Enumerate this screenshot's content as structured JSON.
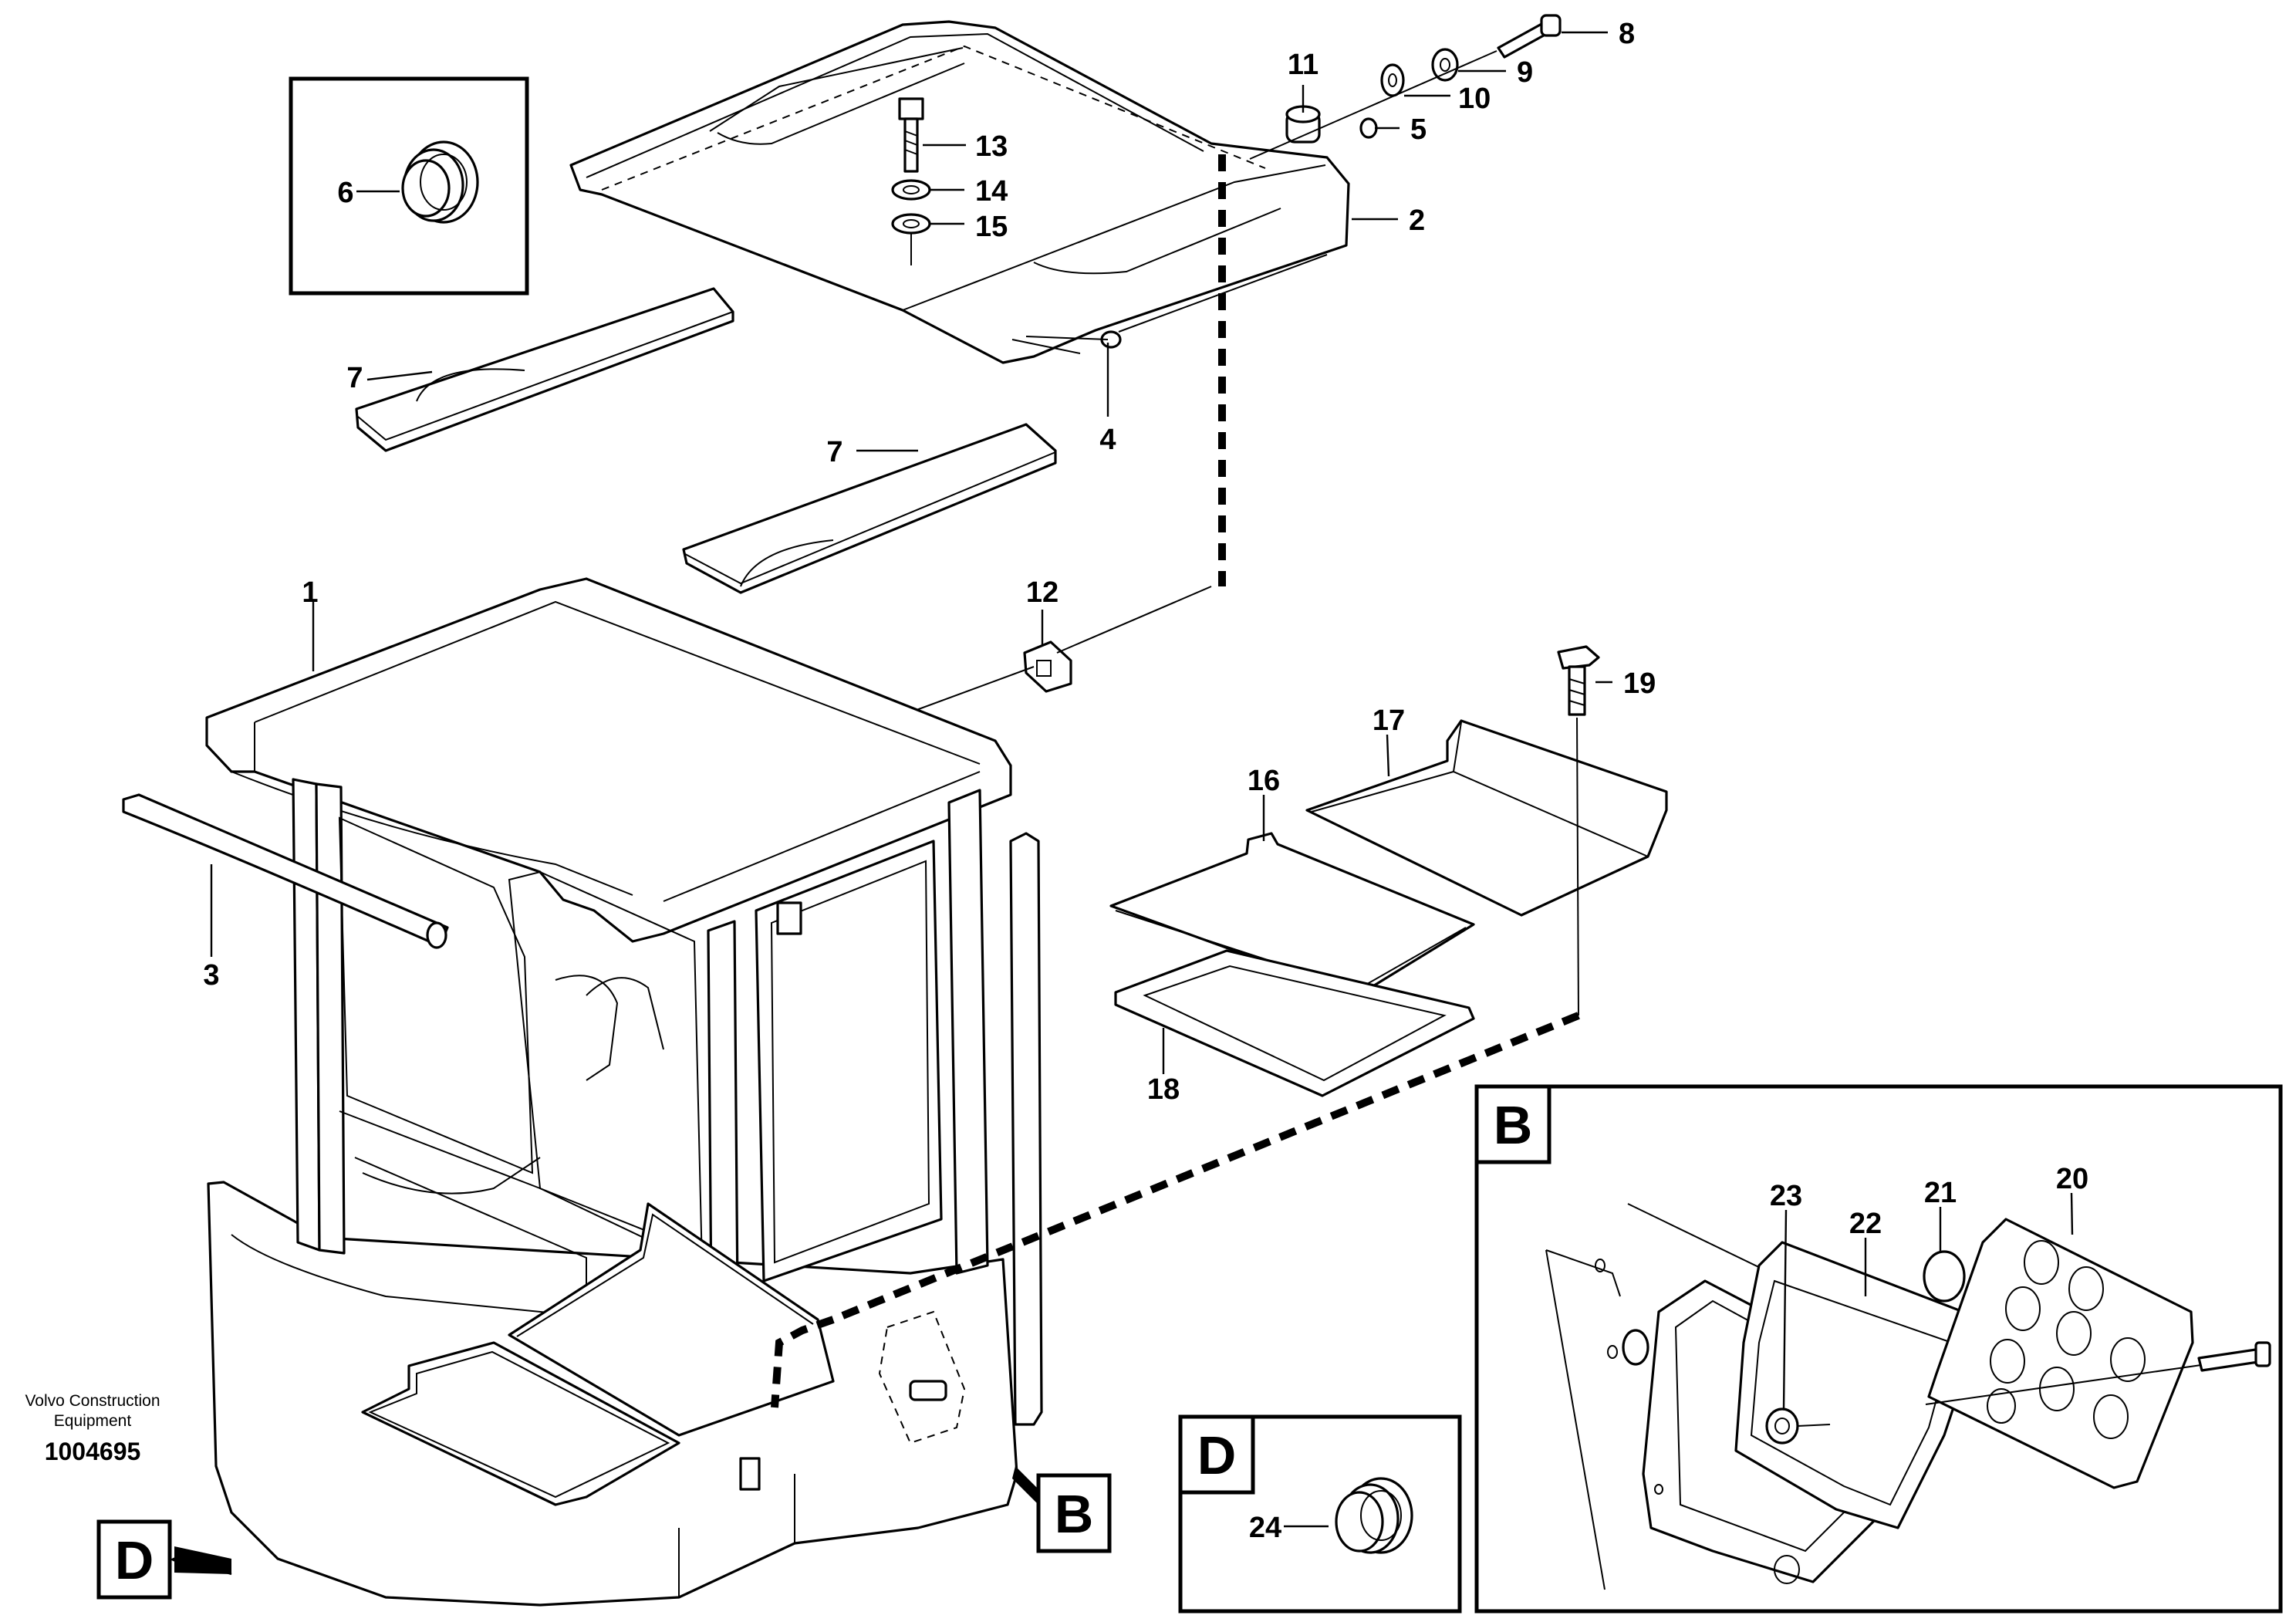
{
  "watermark": {
    "company_line1": "Volvo Construction",
    "company_line2": "Equipment",
    "document_number": "1004695"
  },
  "callouts": {
    "c1": "1",
    "c2": "2",
    "c3": "3",
    "c4": "4",
    "c5": "5",
    "c6": "6",
    "c7a": "7",
    "c7b": "7",
    "c8": "8",
    "c9": "9",
    "c10": "10",
    "c11": "11",
    "c12": "12",
    "c13": "13",
    "c14": "14",
    "c15": "15",
    "c16": "16",
    "c17": "17",
    "c18": "18",
    "c19": "19",
    "c20": "20",
    "c21": "21",
    "c22": "22",
    "c23": "23",
    "c24": "24"
  },
  "detail_refs": {
    "b_tag": "B",
    "d_tag": "D",
    "b_box": "B",
    "d_box": "D"
  }
}
